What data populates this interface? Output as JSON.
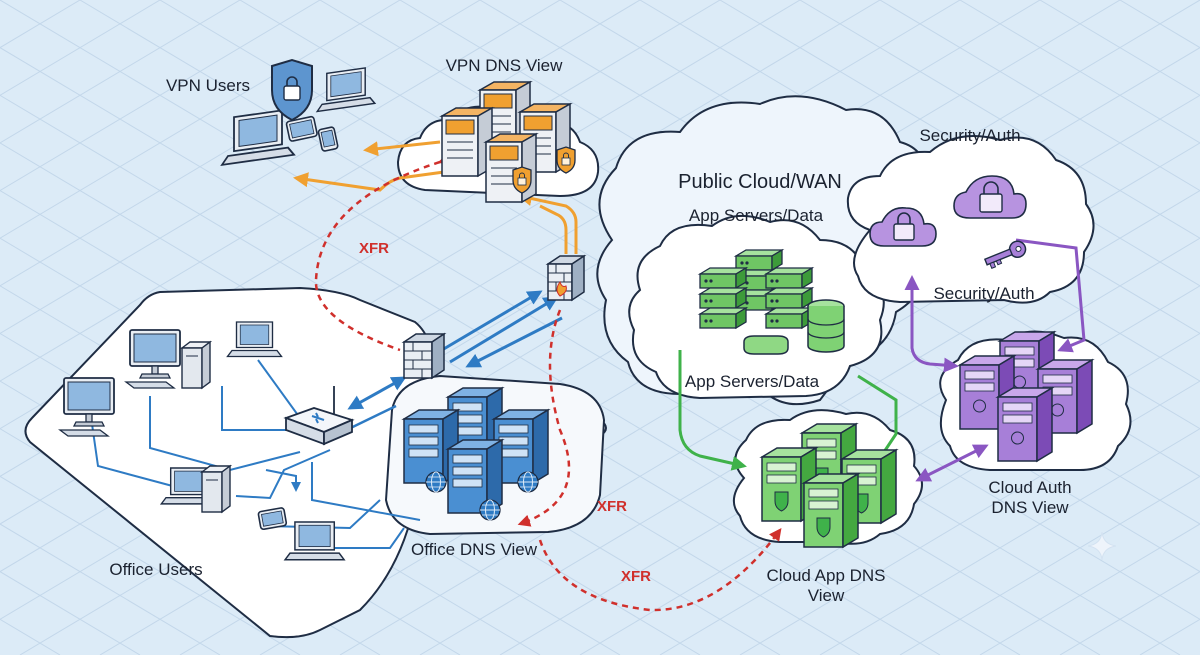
{
  "labels": {
    "vpn_users": "VPN Users",
    "vpn_dns_view": "VPN DNS View",
    "security_auth_top": "Security/Auth",
    "public_cloud": "Public Cloud/WAN",
    "app_servers_top": "App Servers/Data",
    "security_auth_inner": "Security/Auth",
    "app_servers_inner": "App Servers/Data",
    "office_users": "Office Users",
    "office_dns_view": "Office DNS View",
    "cloud_app_dns_view": "Cloud App DNS View",
    "cloud_auth_dns_view": "Cloud Auth DNS View",
    "xfr_1": "XFR",
    "xfr_2": "XFR",
    "xfr_3": "XFR"
  },
  "colors": {
    "background": "#dcebf7",
    "grid": "#c3d7ea",
    "outline": "#1f2d44",
    "vpn_orange": "#f0a030",
    "office_blue": "#2e7bc4",
    "app_green": "#3fb24a",
    "auth_purple": "#8a56c2",
    "xfr_red": "#d0302c"
  },
  "icons": {
    "vpn_shield": "shield-lock-icon",
    "firewall": "firewall-icon",
    "router": "router-icon",
    "key": "key-icon",
    "padlock": "padlock-icon",
    "globe": "globe-icon",
    "database": "database-icon",
    "sparkle": "sparkle-icon"
  }
}
